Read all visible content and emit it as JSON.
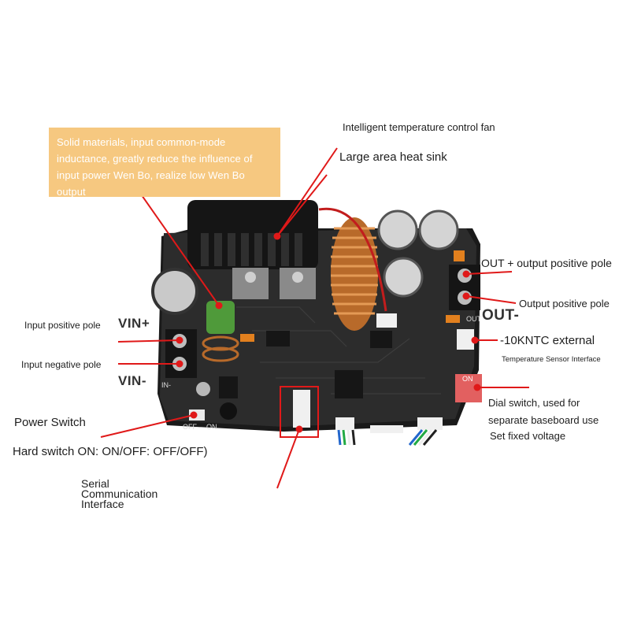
{
  "callout": {
    "line1": "Solid materials, input common-mode",
    "line2": "inductance, greatly reduce the influence of",
    "line3": "input power Wen Bo, realize low Wen Bo",
    "line4": "output"
  },
  "labels": {
    "fan": "Intelligent temperature control fan",
    "heat_sink": "Large area heat sink",
    "out_plus": "OUT + output positive pole",
    "output_positive": "Output positive pole",
    "out": "OUT-",
    "ntc": "-10KNTC external",
    "temp_sensor": "Temperature Sensor Interface",
    "dial1": "Dial switch, used for",
    "dial2": "separate baseboard use",
    "dial3": "Set fixed voltage",
    "input_positive": "Input positive pole",
    "vin_plus": "VIN+",
    "input_negative": "Input negative pole",
    "vin_minus": "VIN-",
    "power_switch": "Power Switch",
    "hard_switch": "Hard switch ON: ON/OFF: OFF/OFF)",
    "serial1": "Serial",
    "serial2": "Communication",
    "serial3": "Interface"
  },
  "board_marks": {
    "off": "OFF",
    "on": "ON",
    "in_minus": "IN-",
    "out": "OUT",
    "dip_on": "ON"
  },
  "colors": {
    "callout_bg": "#f6c880",
    "pointer_red": "#e01919",
    "board": "#2b2b2b"
  }
}
